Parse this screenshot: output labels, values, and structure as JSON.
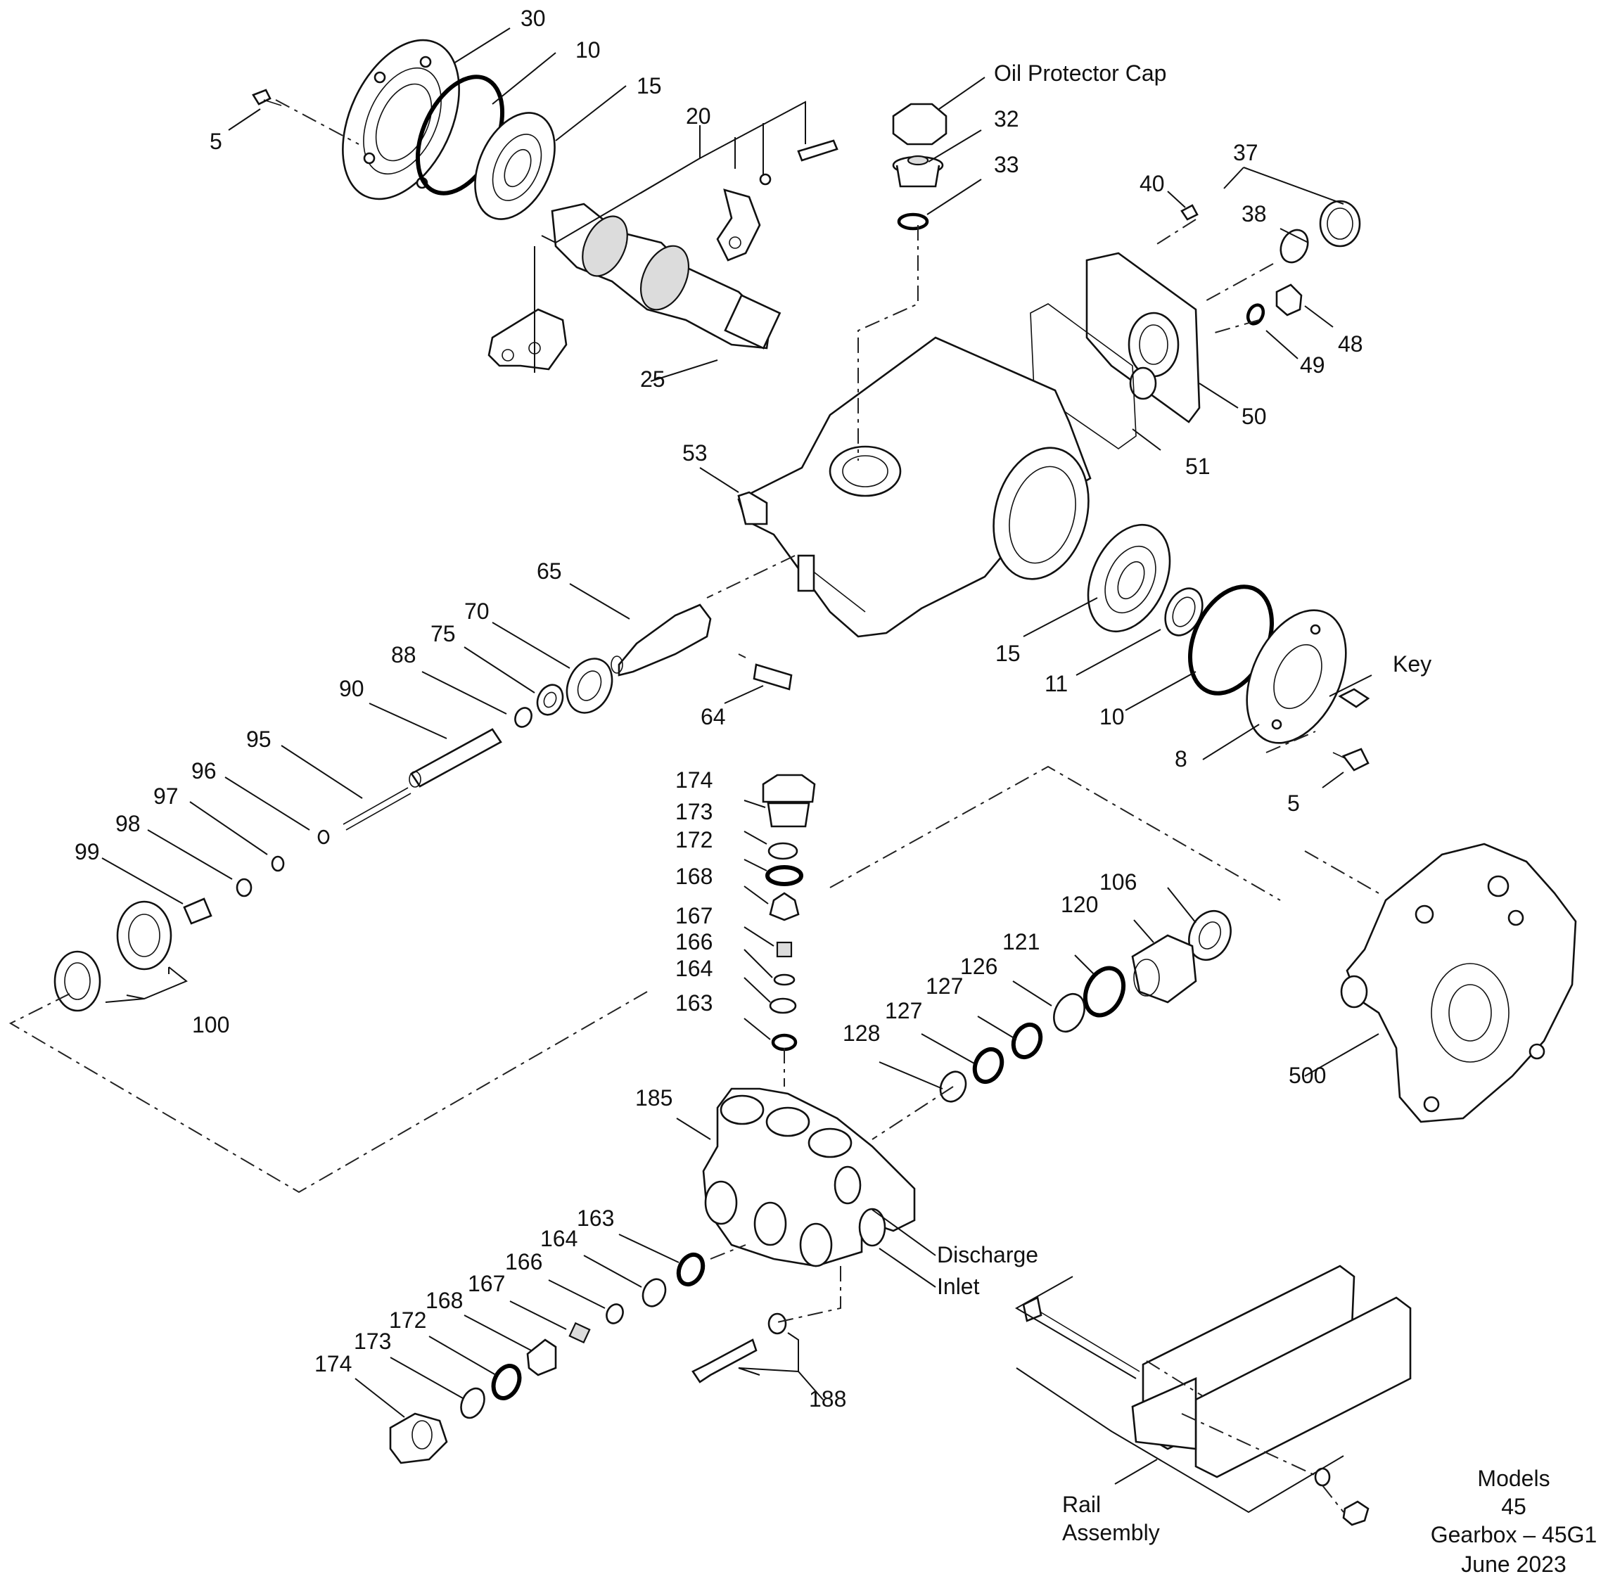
{
  "diagram": {
    "labels": {
      "p30": "30",
      "p10a": "10",
      "p15a": "15",
      "p20": "20",
      "p5a": "5",
      "p25": "25",
      "oil_cap": "Oil Protector Cap",
      "p32": "32",
      "p33": "33",
      "p37": "37",
      "p38": "38",
      "p40": "40",
      "p48": "48",
      "p49": "49",
      "p50": "50",
      "p51": "51",
      "p53": "53",
      "p65": "65",
      "p70": "70",
      "p75": "75",
      "p88": "88",
      "p90": "90",
      "p64": "64",
      "p95": "95",
      "p96": "96",
      "p97": "97",
      "p98": "98",
      "p99": "99",
      "p100": "100",
      "p15b": "15",
      "p11": "11",
      "p10b": "10",
      "key": "Key",
      "p8": "8",
      "p5b": "5",
      "p174a": "174",
      "p173a": "173",
      "p172a": "172",
      "p168a": "168",
      "p167a": "167",
      "p166a": "166",
      "p164a": "164",
      "p163a": "163",
      "p106": "106",
      "p120": "120",
      "p121": "121",
      "p126": "126",
      "p127a": "127",
      "p127b": "127",
      "p128": "128",
      "p500": "500",
      "p185": "185",
      "discharge": "Discharge",
      "inlet": "Inlet",
      "p163b": "163",
      "p164b": "164",
      "p166b": "166",
      "p167b": "167",
      "p168b": "168",
      "p172b": "172",
      "p173b": "173",
      "p174b": "174",
      "p188": "188",
      "rail": "Rail",
      "rail2": "Assembly"
    },
    "footer": {
      "line1": "Models",
      "line2": "45",
      "line3": "Gearbox – 45G1",
      "line4": "June 2023"
    }
  }
}
